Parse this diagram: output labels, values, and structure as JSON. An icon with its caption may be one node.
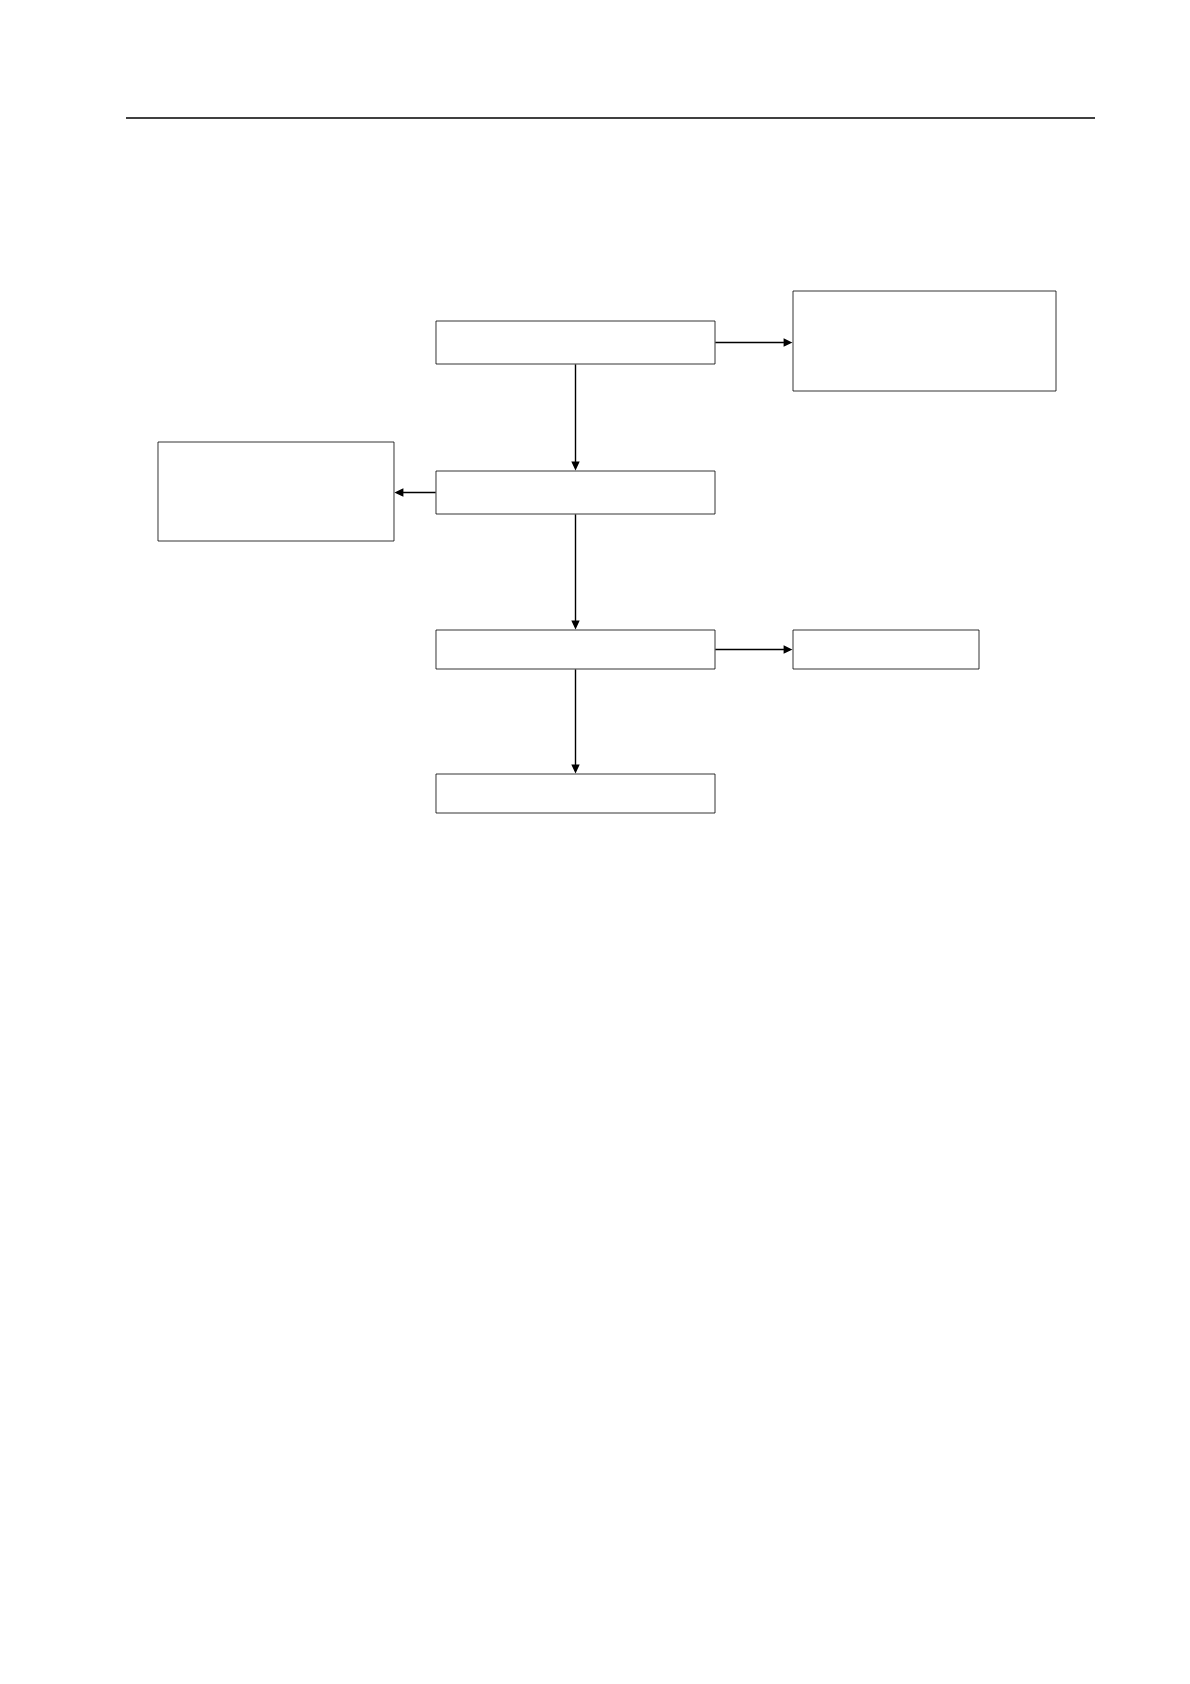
{
  "diagram": {
    "nodes": [
      {
        "text": [],
        "shape": "box"
      },
      {
        "text": [],
        "shape": "box"
      },
      {
        "text": [],
        "shape": "box"
      },
      {
        "text": [],
        "shape": "box"
      },
      {
        "text": [],
        "shape": "box"
      },
      {
        "text": [],
        "shape": "box"
      },
      {
        "text": [],
        "shape": "box"
      }
    ],
    "edges": [
      {
        "from": 0,
        "to": 1,
        "arrow": "to"
      },
      {
        "from": 0,
        "to": 3,
        "arrow": "to"
      },
      {
        "from": 3,
        "to": 2,
        "arrow": "to"
      },
      {
        "from": 3,
        "to": 4,
        "arrow": "to"
      },
      {
        "from": 4,
        "to": 5,
        "arrow": "to"
      },
      {
        "from": 4,
        "to": 6,
        "arrow": "to"
      }
    ]
  }
}
